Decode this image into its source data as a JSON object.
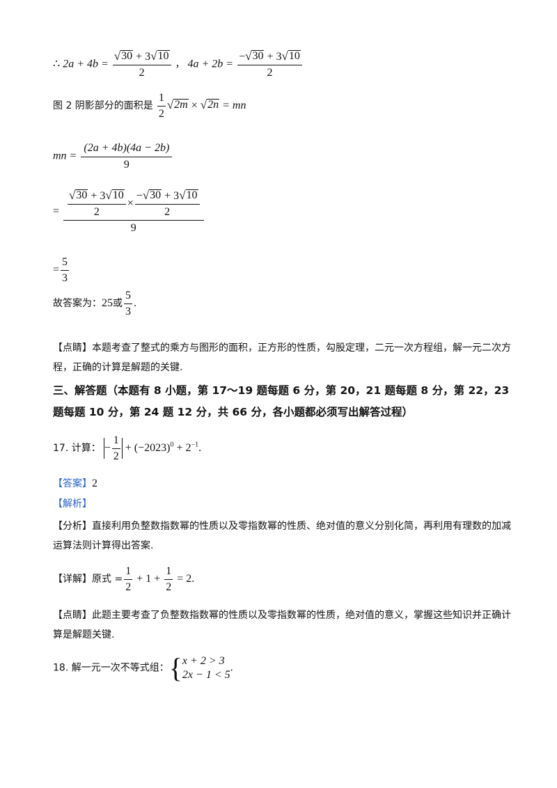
{
  "eq1": {
    "therefore": "∴",
    "lhs1": "2a + 4b =",
    "frac1_num_a": "30",
    "frac1_num_op": " + 3",
    "frac1_num_b": "10",
    "frac1_den": "2",
    "sep": "，",
    "lhs2": "4a + 2b =",
    "frac2_num_pre": "−",
    "frac2_num_a": "30",
    "frac2_num_op": " + 3",
    "frac2_num_b": "10",
    "frac2_den": "2"
  },
  "line2": {
    "text": "图 2 阴影部分的面积是",
    "frac_num": "1",
    "frac_den": "2",
    "expr_a": "2m",
    "times": " × ",
    "expr_b": "2n",
    "result": " = mn"
  },
  "line3": {
    "lhs": "mn =",
    "num": "(2a + 4b)(4a − 2b)",
    "den": "9"
  },
  "line4": {
    "eq": "=",
    "inner1_a": "30",
    "inner1_op": " + 3",
    "inner1_b": "10",
    "inner_den": "2",
    "times": "×",
    "inner2_pre": "−",
    "inner2_a": "30",
    "inner2_op": " + 3",
    "inner2_b": "10",
    "den": "9"
  },
  "line5": {
    "eq": "=",
    "num": "5",
    "den": "3"
  },
  "answer_line": {
    "text": "故答案为：",
    "val1": "25",
    "or": "或",
    "frac_num": "5",
    "frac_den": "3",
    "end": "."
  },
  "comment1": "【点睛】本题考查了整式的乘方与图形的面积，正方形的性质，勾股定理，二元一次方程组，解一元二次方程，正确的计算是解题的关键.",
  "section3": "三、解答题（本题有 8 小题，第 17～19 题每题 6 分，第 20，21 题每题 8 分，第 22，23 题每题 10 分，第 24 题 12 分，共 66 分，各小题都必须写出解答过程）",
  "q17": {
    "label": "17. 计算：",
    "neg": "−",
    "frac_num": "1",
    "frac_den": "2",
    "plus1": " + (−2023)",
    "exp0": "0",
    "plus2": " + 2",
    "exp_neg1": "−1",
    "end": "."
  },
  "answer17": {
    "label": "【答案】",
    "value": "2"
  },
  "analysis_label": "【解析】",
  "fenxi": "【分析】直接利用负整数指数幂的性质以及零指数幂的性质、绝对值的意义分别化简，再利用有理数的加减运算法则计算得出答案.",
  "detail": {
    "label": "【详解】原式 =",
    "frac1_num": "1",
    "frac1_den": "2",
    "plus": " + 1 + ",
    "frac2_num": "1",
    "frac2_den": "2",
    "result": " = 2",
    "end": "."
  },
  "comment2": "【点睛】此题主要考查了负整数指数幂的性质以及零指数幂的性质，绝对值的意义，掌握这些知识并正确计算是解题关键.",
  "q18": {
    "label": "18. 解一元一次不等式组：",
    "ineq1": "x + 2 > 3",
    "ineq2": "2x − 1 < 5",
    "end": "."
  }
}
